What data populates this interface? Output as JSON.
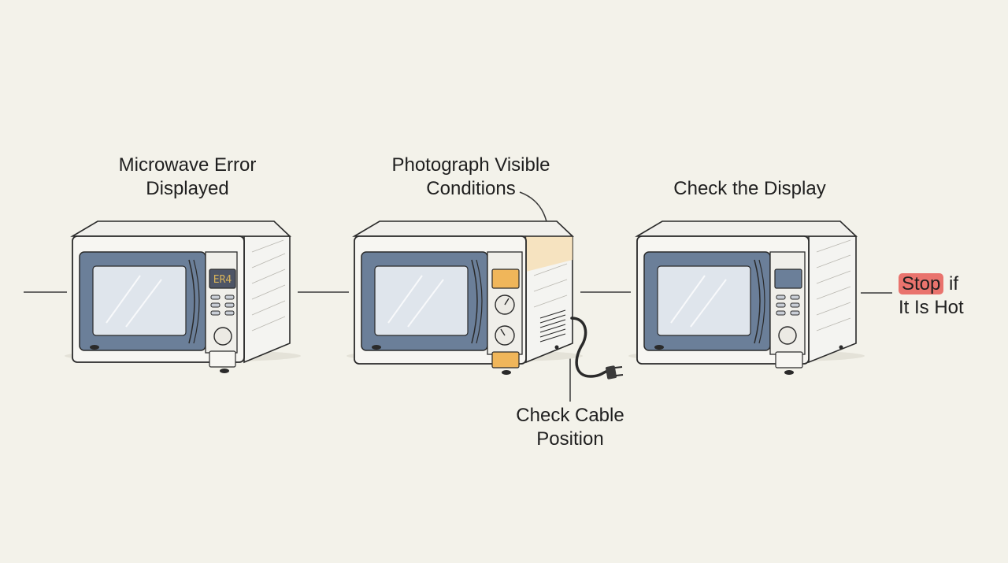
{
  "diagram": {
    "steps": [
      {
        "title_line1": "Microwave Error",
        "title_line2": "Displayed",
        "display_text": "ER4"
      },
      {
        "title_line1": "Photograph Visible",
        "title_line2": "Conditions"
      },
      {
        "title_line1": "Check the Display"
      }
    ],
    "cable_note": {
      "line1": "Check Cable",
      "line2": "Position"
    },
    "stop_note": {
      "highlight": "Stop",
      "rest_line1": " if",
      "line2": "It Is Hot"
    }
  },
  "colors": {
    "background": "#f3f2ea",
    "outline": "#2a2a2a",
    "window": "#6b7f99",
    "glass": "#dfe5ec",
    "display_dark": "#4e5566",
    "display_text": "#d9b45a",
    "highlight_orange": "#f0b65a",
    "stop_highlight": "#e9736d"
  },
  "icons": [
    "microwave-oven",
    "power-plug",
    "knob"
  ]
}
